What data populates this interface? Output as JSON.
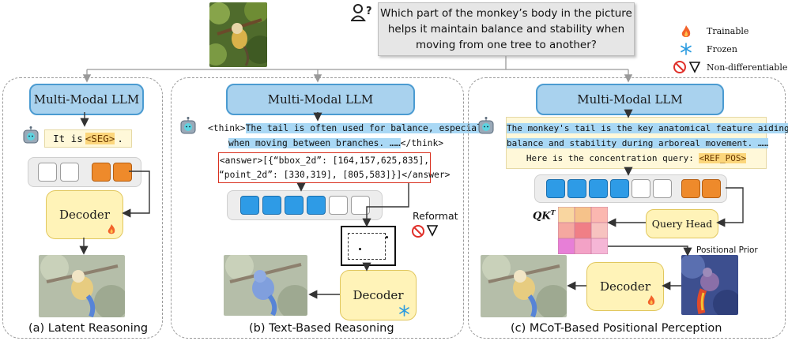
{
  "question": {
    "line1": "Which part of the monkey’s body in the picture",
    "line2": "helps it maintain balance and stability when",
    "line3": "moving from one tree to another?"
  },
  "legend": {
    "trainable": "Trainable",
    "frozen": "Frozen",
    "non_differentiable": "Non-differentiable"
  },
  "panel_a": {
    "llm": "Multi-Modal LLM",
    "output_prefix": "It is",
    "seg_token": "<SEG>",
    "output_suffix": ".",
    "decoder": "Decoder",
    "caption": "(a) Latent Reasoning"
  },
  "panel_b": {
    "llm": "Multi-Modal LLM",
    "think_open": "<think>",
    "think_text_1": "The tail is often used for balance, especially",
    "think_text_2": "when moving between branches. ……",
    "think_close": "</think>",
    "answer_1": "<answer>[{“bbox_2d”: [164,157,625,835],",
    "answer_2": "“point_2d”: [330,319], [805,583]}]</answer>",
    "reformat": "Reformat",
    "decoder": "Decoder",
    "caption": "(b) Text-Based Reasoning"
  },
  "panel_c": {
    "llm": "Multi-Modal LLM",
    "text_1": "The monkey's tail is the key anatomical feature aiding",
    "text_2": "balance and stability during arboreal movement. ……",
    "text_3_prefix": "Here is the concentration query:",
    "ref_token": "<REF_POS>",
    "qk_label": "QK",
    "qk_sup": "T",
    "query_head": "Query Head",
    "positional_prior": "Positional Prior",
    "decoder": "Decoder",
    "caption": "(c) MCoT-Based Positional Perception"
  },
  "colors": {
    "llm_fill": "#a9d2ee",
    "decoder_fill": "#fff3b8",
    "token_blue": "#2e9be6",
    "token_orange": "#ee8a2b",
    "highlight_blue": "#a9d8f5",
    "highlight_orange": "#fcd67b"
  },
  "icons": [
    "user-question-icon",
    "fire-icon",
    "snowflake-icon",
    "no-entry-icon",
    "nabla-icon",
    "robot-icon"
  ]
}
